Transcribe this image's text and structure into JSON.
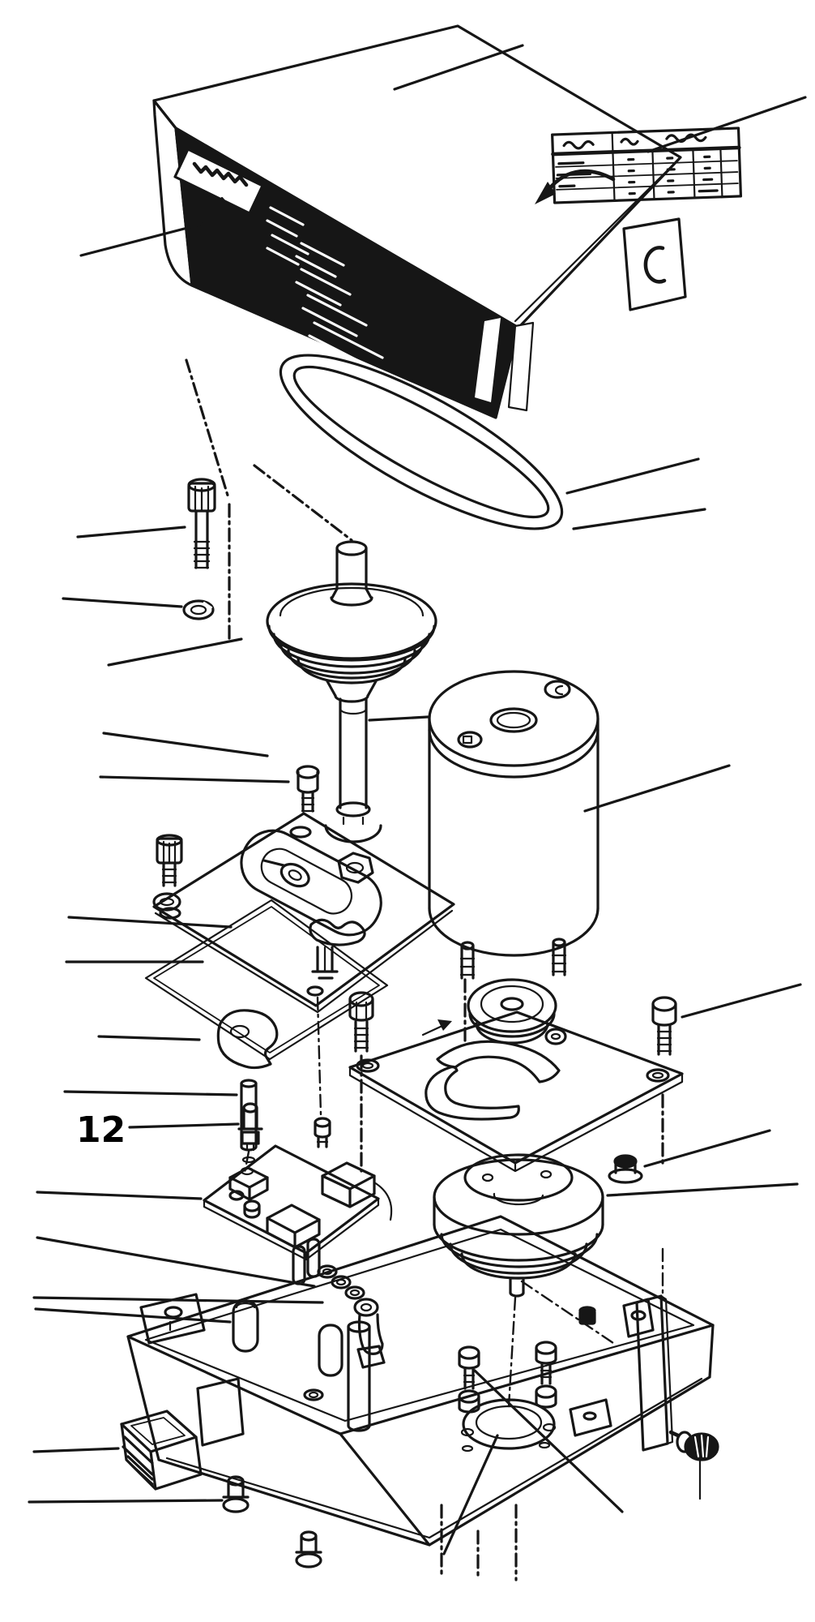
{
  "figure": {
    "kind": "exploded-parts-diagram",
    "description": "Black-and-white exploded assembly line drawing of a benchtop laboratory pump unit with cover, drive belt, motor, pulleys, plates, circuit board and base enclosure",
    "background_color": "#ffffff",
    "line_color": "#161616"
  },
  "callout": {
    "part_number": "12"
  },
  "cover": {
    "brand_sticker_text": "(illegible scribble)",
    "spec_panel_text": "(illegible scribble)"
  },
  "data_plate": {
    "has_header": true,
    "columns": 4,
    "rows": 4,
    "cell_text": "(illegible scribble)"
  },
  "parts": [
    "top-cover",
    "brand-label-sticker",
    "spec-data-plate",
    "direction-arrow",
    "drive-belt",
    "long-cap-screw",
    "lock-washer",
    "pump-pulley-hub",
    "pump-shaft",
    "hex-bolt-small",
    "cap-screw-upper",
    "lock-washer-upper",
    "top-plate",
    "cam-lever",
    "wing-thumbscrew",
    "gasket",
    "cam-disc",
    "standoff-pin",
    "part-12-stud",
    "mounting-plate",
    "plate-bolt-left",
    "plate-screw-right",
    "motor",
    "motor-pulley",
    "grommet-bushing",
    "clutch-pulley",
    "circuit-board",
    "washer-stack",
    "terminal-lug",
    "base-enclosure",
    "power-switch",
    "display-cutout",
    "corner-clip",
    "inner-standoffs",
    "motor-clamp",
    "clamp-bolts",
    "l-bracket",
    "thumbscrew",
    "set-screw",
    "rubber-feet"
  ]
}
